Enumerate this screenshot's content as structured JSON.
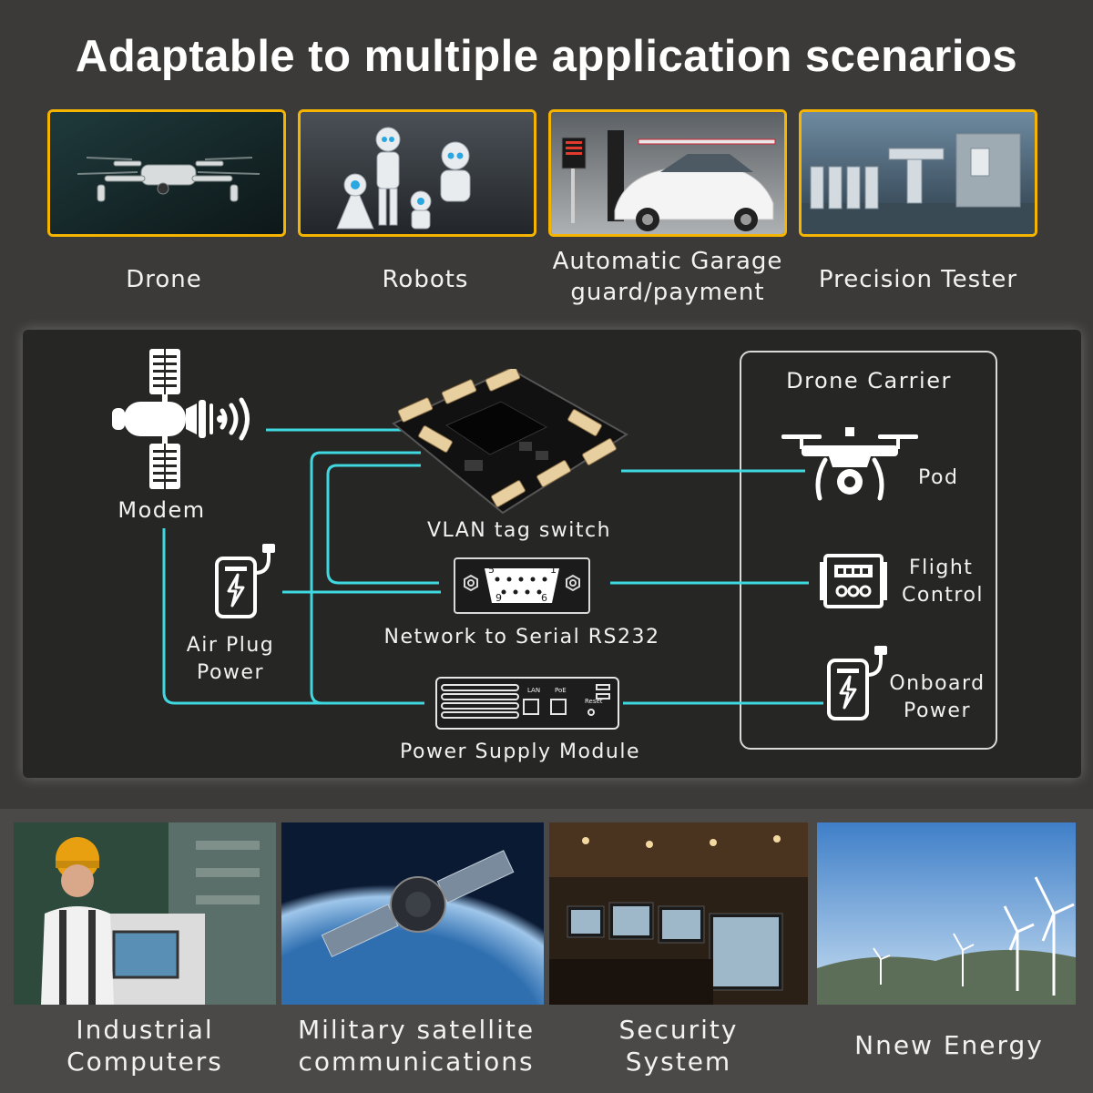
{
  "header": {
    "title": "Adaptable to multiple application scenarios"
  },
  "scenarios": [
    {
      "label": "Drone"
    },
    {
      "label": "Robots"
    },
    {
      "label_line1": "Automatic Garage",
      "label_line2": "guard/payment"
    },
    {
      "label": "Precision Tester"
    }
  ],
  "diagram": {
    "modem": "Modem",
    "vlan_switch": "VLAN tag switch",
    "serial": "Network to Serial RS232",
    "serial_pins": {
      "p5": "5",
      "p1": "1",
      "p9": "9",
      "p6": "6"
    },
    "power_supply": "Power Supply Module",
    "psu_ports": {
      "lan": "LAN",
      "poe": "PoE",
      "reset": "Reset"
    },
    "air_plug_line1": "Air Plug",
    "air_plug_line2": "Power",
    "carrier": {
      "title": "Drone Carrier",
      "pod": "Pod",
      "flight_line1": "Flight",
      "flight_line2": "Control",
      "onboard_line1": "Onboard",
      "onboard_line2": "Power"
    }
  },
  "applications": [
    {
      "line1": "Industrial",
      "line2": "Computers"
    },
    {
      "line1": "Military satellite",
      "line2": "communications"
    },
    {
      "line1": "Security",
      "line2": "System"
    },
    {
      "label": "Nnew Energy"
    }
  ],
  "colors": {
    "accent_border": "#f5b400",
    "connector": "#3fd8e0",
    "panel": "#262625"
  }
}
